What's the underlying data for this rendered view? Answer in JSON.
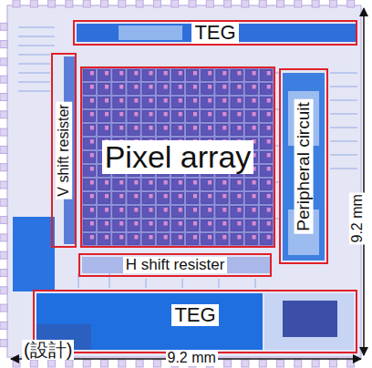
{
  "diagram": {
    "nodes": [
      {
        "text": [
          "TEG"
        ]
      },
      {
        "text": [
          "V shift resister"
        ]
      },
      {
        "text": [
          "Pixel array"
        ]
      },
      {
        "text": [
          "Peripheral circuit"
        ]
      },
      {
        "text": [
          "H shift resister"
        ]
      },
      {
        "text": [
          "TEG"
        ]
      }
    ],
    "labels": [
      "9.2 mm",
      "9.2 mm",
      "(設計)"
    ]
  }
}
